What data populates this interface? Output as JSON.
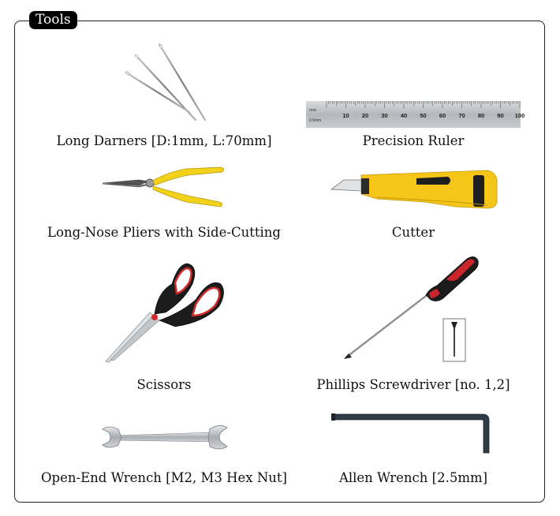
{
  "panel": {
    "title": "Tools"
  },
  "tools": [
    {
      "label": "Long Darners [D:1mm, L:70mm]",
      "icon": "needles-icon"
    },
    {
      "label": "Precision Ruler",
      "icon": "ruler-icon"
    },
    {
      "label": "Long-Nose Pliers with Side-Cutting",
      "icon": "pliers-icon"
    },
    {
      "label": "Cutter",
      "icon": "cutter-icon"
    },
    {
      "label": "Scissors",
      "icon": "scissors-icon"
    },
    {
      "label": "Phillips Screwdriver [no. 1,2]",
      "icon": "screwdriver-icon"
    },
    {
      "label": "Open-End Wrench [M2, M3 Hex Nut]",
      "icon": "open-end-wrench-icon"
    },
    {
      "label": "Allen Wrench [2.5mm]",
      "icon": "allen-wrench-icon"
    }
  ],
  "ruler": {
    "unit_label": "mm",
    "sub_label": "0.5mm",
    "ticks": [
      "10",
      "20",
      "30",
      "40",
      "50",
      "60",
      "70",
      "80",
      "90",
      "100"
    ]
  },
  "colors": {
    "frame": "#222222",
    "badge_bg": "#000000",
    "badge_text": "#ffffff",
    "pliers_handle": "#f2d21a",
    "cutter_body": "#f5c518",
    "scissors_handle": "#d22a2a",
    "screwdriver_handle": "#c9252b",
    "allen_wrench": "#2f3b45"
  }
}
